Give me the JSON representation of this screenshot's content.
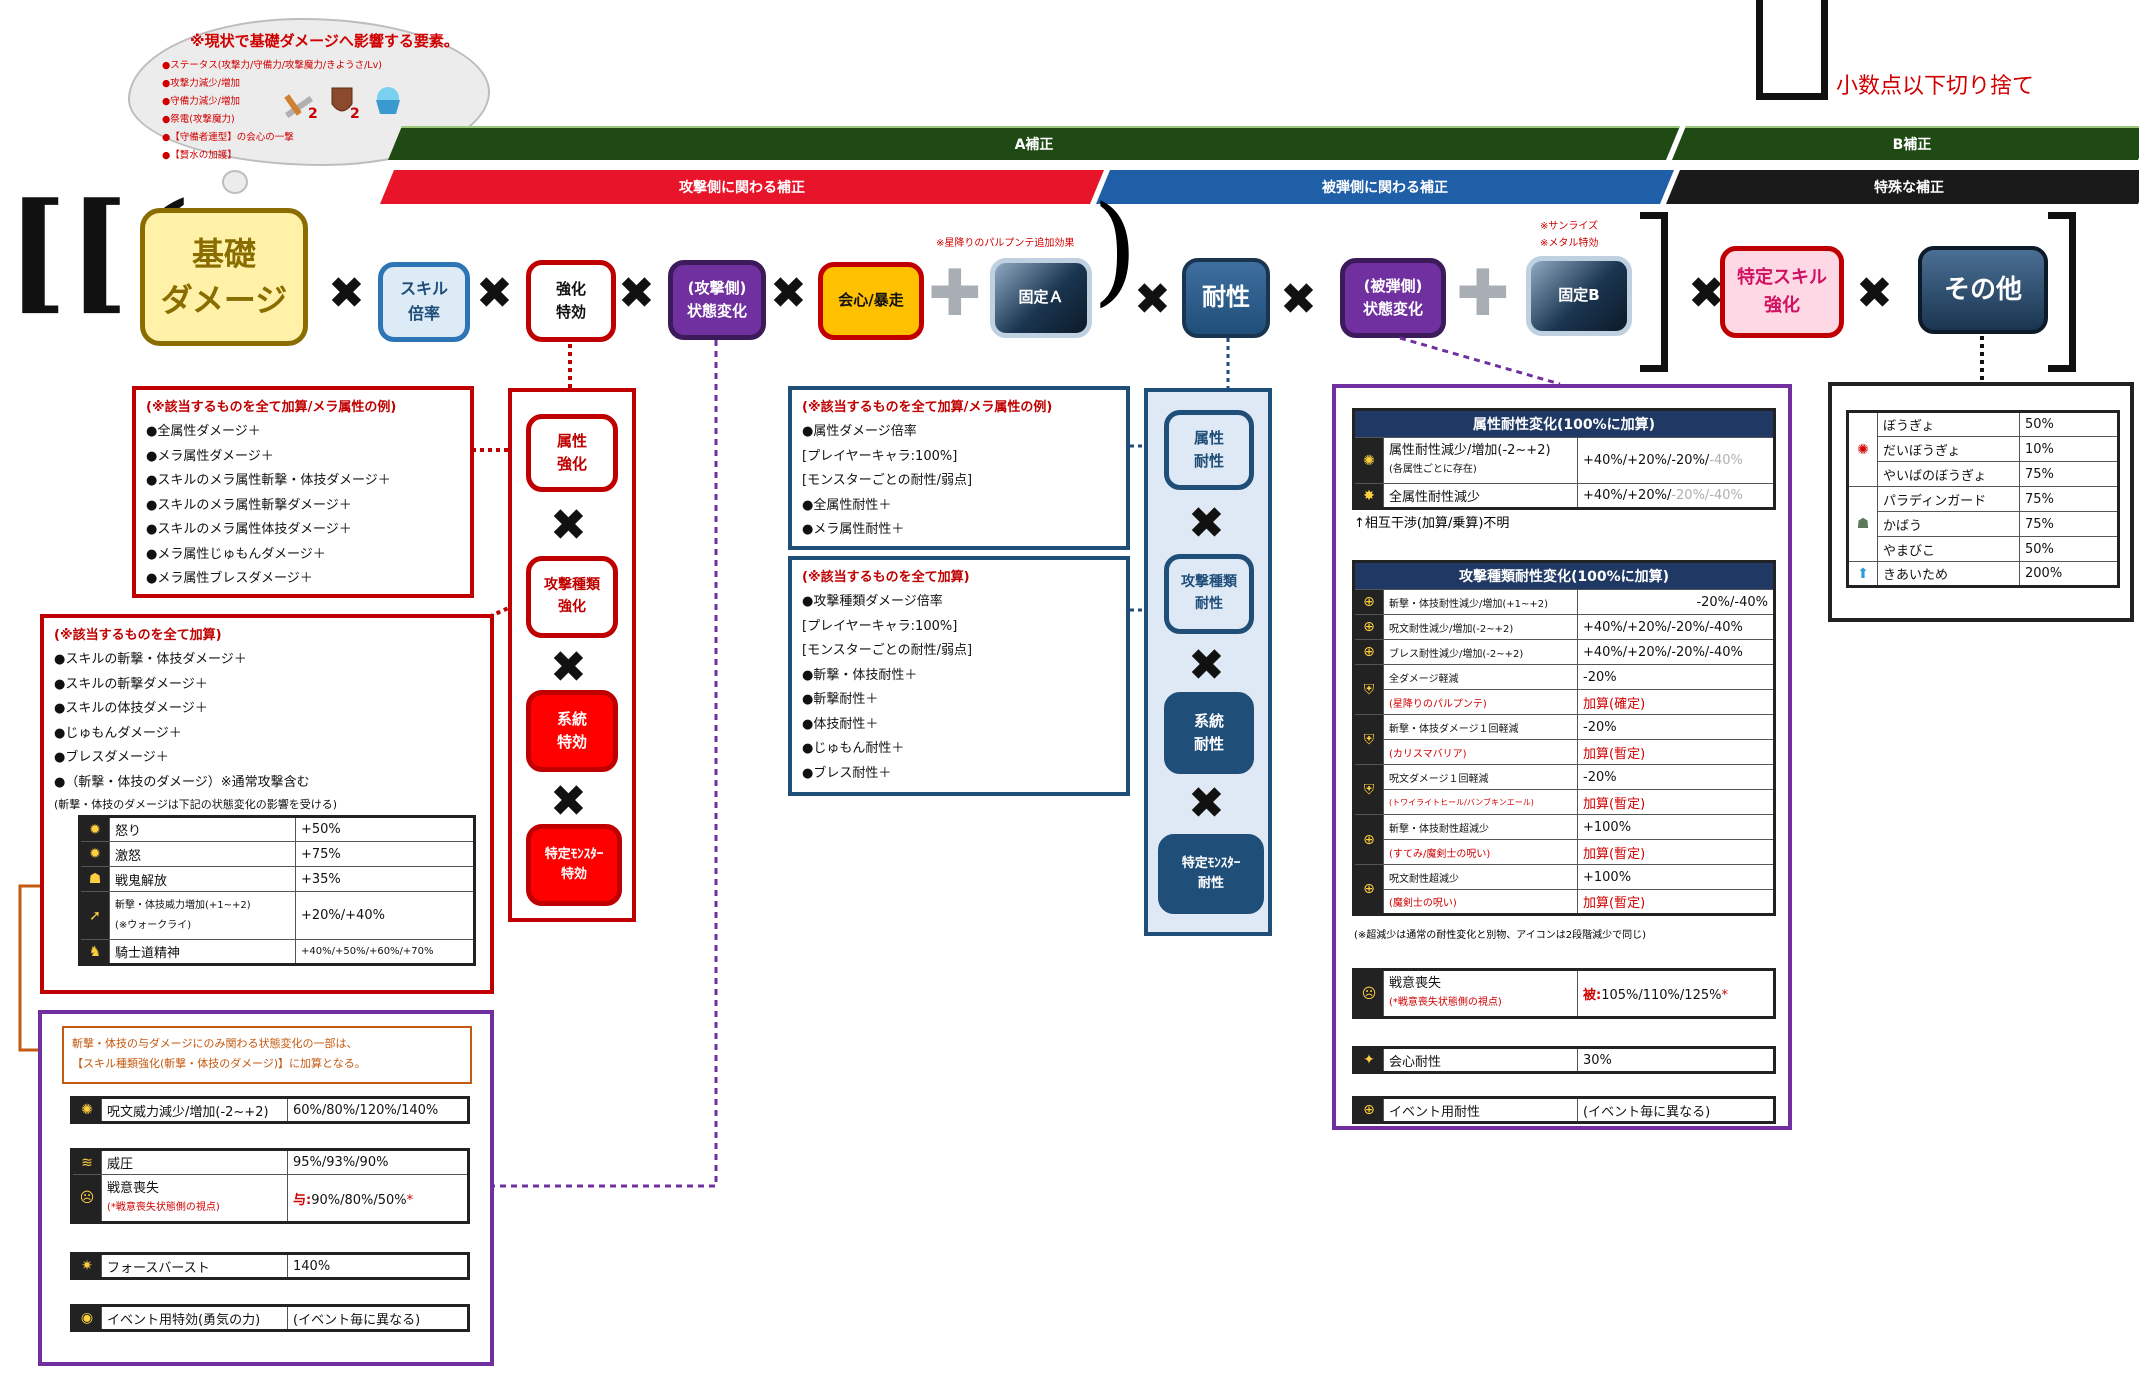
{
  "title": {
    "note": "小数点以下切り捨て"
  },
  "cloud": {
    "title": "※現状で基礎ダメージへ影響する要素。",
    "items": [
      "●ステータス(攻撃力/守備力/攻撃魔力/きようさ/Lv)",
      "●攻撃力減少/増加",
      "●守備力減少/増加",
      "●祭電(攻撃魔力)",
      "●【守備者連型】の会心の一撃",
      "●【賢水の加護】"
    ]
  },
  "bars": {
    "a": "A補正",
    "b": "B補正",
    "atk": "攻撃側に関わる補正",
    "def": "被弾側に関わる補正",
    "special": "特殊な補正"
  },
  "nodes": {
    "base": "基礎\nダメージ",
    "skill": "スキル\n倍率",
    "kyoka": "強化\n特効",
    "atk_state": "(攻撃側)\n状態変化",
    "crit": "会心/暴走",
    "fixA": "固定Ａ",
    "tai": "耐性",
    "def_state": "(被弾側)\n状態変化",
    "fixB": "固定B",
    "skill_boost": "特定スキル\n強化",
    "other": "その他"
  },
  "notes": {
    "fixA": "※星降りのパルプンテ追加効果",
    "fixB": "※サンライズ\n※メタル特効"
  },
  "left_chain": [
    "属性\n強化",
    "攻撃種類\n強化",
    "系統\n特効",
    "特定ﾓﾝｽﾀｰ\n特効"
  ],
  "mid_chain": [
    "属性\n耐性",
    "攻撃種類\n耐性",
    "系統\n耐性",
    "特定ﾓﾝｽﾀｰ\n耐性"
  ],
  "box1": {
    "head": "(※該当するものを全て加算/メラ属性の例)",
    "items": [
      "●全属性ダメージ＋",
      "●メラ属性ダメージ＋",
      "●スキルのメラ属性斬撃・体技ダメージ＋",
      "●スキルのメラ属性斬撃ダメージ＋",
      "●スキルのメラ属性体技ダメージ＋",
      "●メラ属性じゅもんダメージ＋",
      "●メラ属性ブレスダメージ＋"
    ]
  },
  "box2": {
    "head": "(※該当するものを全て加算)",
    "items": [
      "●スキルの斬撃・体技ダメージ＋",
      "●スキルの斬撃ダメージ＋",
      "●スキルの体技ダメージ＋",
      "●じゅもんダメージ＋",
      "●ブレスダメージ＋",
      "●（斬撃・体技のダメージ）※通常攻撃含む"
    ],
    "note": "(斬撃・体技のダメージは下記の状態変化の影響を受ける)",
    "rows": [
      [
        "怒り",
        "+50%"
      ],
      [
        "激怒",
        "+75%"
      ],
      [
        "戦鬼解放",
        "+35%"
      ],
      [
        "斬撃・体技威力増加(+1~+2)\n(※ウォークライ)",
        "+20%/+40%"
      ],
      [
        "騎士道精神",
        "+40%/+50%/+60%/+70%"
      ]
    ]
  },
  "box3": {
    "orange": "斬撃・体技の与ダメージにのみ関わる状態変化の一部は、\n【スキル種類強化(斬撃・体技のダメージ)】に加算となる。",
    "r1": [
      "呪文威力減少/増加(-2~+2)",
      "60%/80%/120%/140%"
    ],
    "r2": [
      "威圧",
      "95%/93%/90%"
    ],
    "r3a": "戦意喪失",
    "r3b": "(*戦意喪失状態側の視点)",
    "r3c": "与:",
    "r3d": "90%/80%/50%",
    "r3e": "*",
    "r4": [
      "フォースバースト",
      "140%"
    ],
    "r5": [
      "イベント用特効(勇気の力)",
      "(イベント毎に異なる)"
    ]
  },
  "box4": {
    "head": "(※該当するものを全て加算/メラ属性の例)",
    "items": [
      "●属性ダメージ倍率",
      "[プレイヤーキャラ:100%]",
      "[モンスターごとの耐性/弱点]",
      "●全属性耐性＋",
      "●メラ属性耐性＋"
    ]
  },
  "box5": {
    "head": "(※該当するものを全て加算)",
    "items": [
      "●攻撃種類ダメージ倍率",
      "[プレイヤーキャラ:100%]",
      "[モンスターごとの耐性/弱点]",
      "●斬撃・体技耐性＋",
      "●斬撃耐性＋",
      "●体技耐性＋",
      "●じゅもん耐性＋",
      "●ブレス耐性＋"
    ]
  },
  "zk": {
    "head": "属性耐性変化(100%に加算)",
    "r1a": "属性耐性減少/増加(-2~+2)",
    "r1b": "(各属性ごとに存在)",
    "r1v": "+40%/+20%/-20%/",
    "r1g": "-40%",
    "r2a": "全属性耐性減少",
    "r2v": "+40%/+20%/",
    "r2g": "-20%/-40%",
    "note": "↑相互干渉(加算/乗算)不明"
  },
  "kt": {
    "head": "攻撃種類耐性変化(100%に加算)",
    "rows": [
      [
        "斬撃・体技耐性減少/増加(+1~+2)",
        "",
        "-20%/-40%",
        ""
      ],
      [
        "呪文耐性減少/増加(-2~+2)",
        "",
        "+40%/+20%/-20%/-40%",
        ""
      ],
      [
        "ブレス耐性減少/増加(-2~+2)",
        "",
        "+40%/+20%/-20%/-40%",
        ""
      ],
      [
        "全ダメージ軽減",
        "(星降りのパルプンテ)",
        "-20%",
        "加算(確定)"
      ],
      [
        "斬撃・体技ダメージ１回軽減",
        "(カリスマバリア)",
        "-20%",
        "加算(暫定)"
      ],
      [
        "呪文ダメージ１回軽減",
        "(トワイライトヒール/バンブキンエール)",
        "-20%",
        "加算(暫定)"
      ],
      [
        "斬撃・体技耐性超減少",
        "(すてみ/魔剣士の呪い)",
        "+100%",
        "加算(暫定)"
      ],
      [
        "呪文耐性超減少",
        "(魔剣士の呪い)",
        "+100%",
        "加算(暫定)"
      ]
    ],
    "note": "(※超減少は通常の耐性変化と別物、アイコンは2段階減少で同じ)"
  },
  "def": {
    "r1a": "戦意喪失",
    "r1b": "(*戦意喪失状態側の視点)",
    "r1c": "被:",
    "r1d": "105%/110%/125%",
    "r1e": "*",
    "r2": [
      "会心耐性",
      "30%"
    ],
    "r3": [
      "イベント用耐性",
      "(イベント毎に異なる)"
    ]
  },
  "other_tbl": [
    [
      "ぼうぎょ",
      "50%"
    ],
    [
      "だいぼうぎょ",
      "10%"
    ],
    [
      "やいばのぼうぎょ",
      "75%"
    ],
    [
      "パラディンガード",
      "75%"
    ],
    [
      "かばう",
      "75%"
    ],
    [
      "やまびこ",
      "50%"
    ],
    [
      "きあいため",
      "200%"
    ]
  ],
  "colors": {
    "red": "#c00000",
    "navy": "#1f4e79",
    "purple": "#7030a0",
    "gold": "#8a6d00"
  },
  "icons": [
    "cloud-icon",
    "sword-icon",
    "shield-icon",
    "crab-icon",
    "arrow-icon"
  ]
}
